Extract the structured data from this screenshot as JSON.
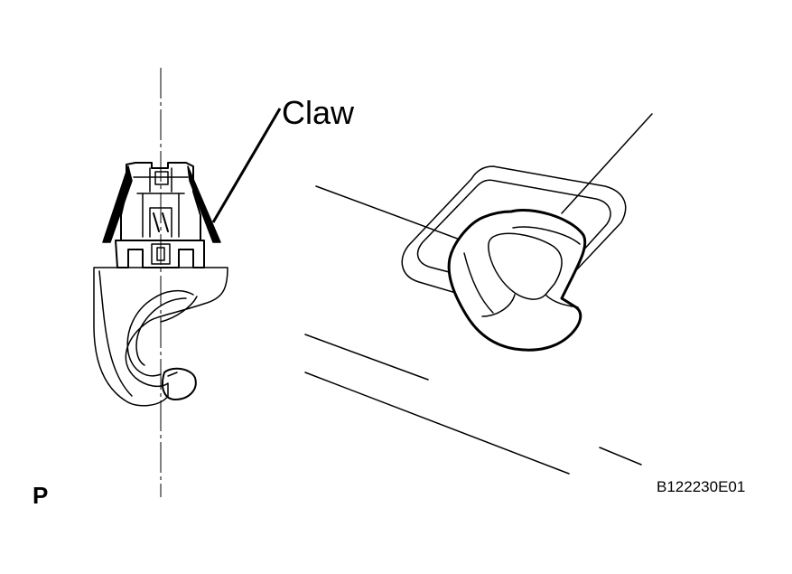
{
  "labels": {
    "claw": "Claw",
    "view_letter": "P",
    "figure_code": "B122230E01"
  },
  "colors": {
    "line": "#000000",
    "background": "#ffffff"
  }
}
